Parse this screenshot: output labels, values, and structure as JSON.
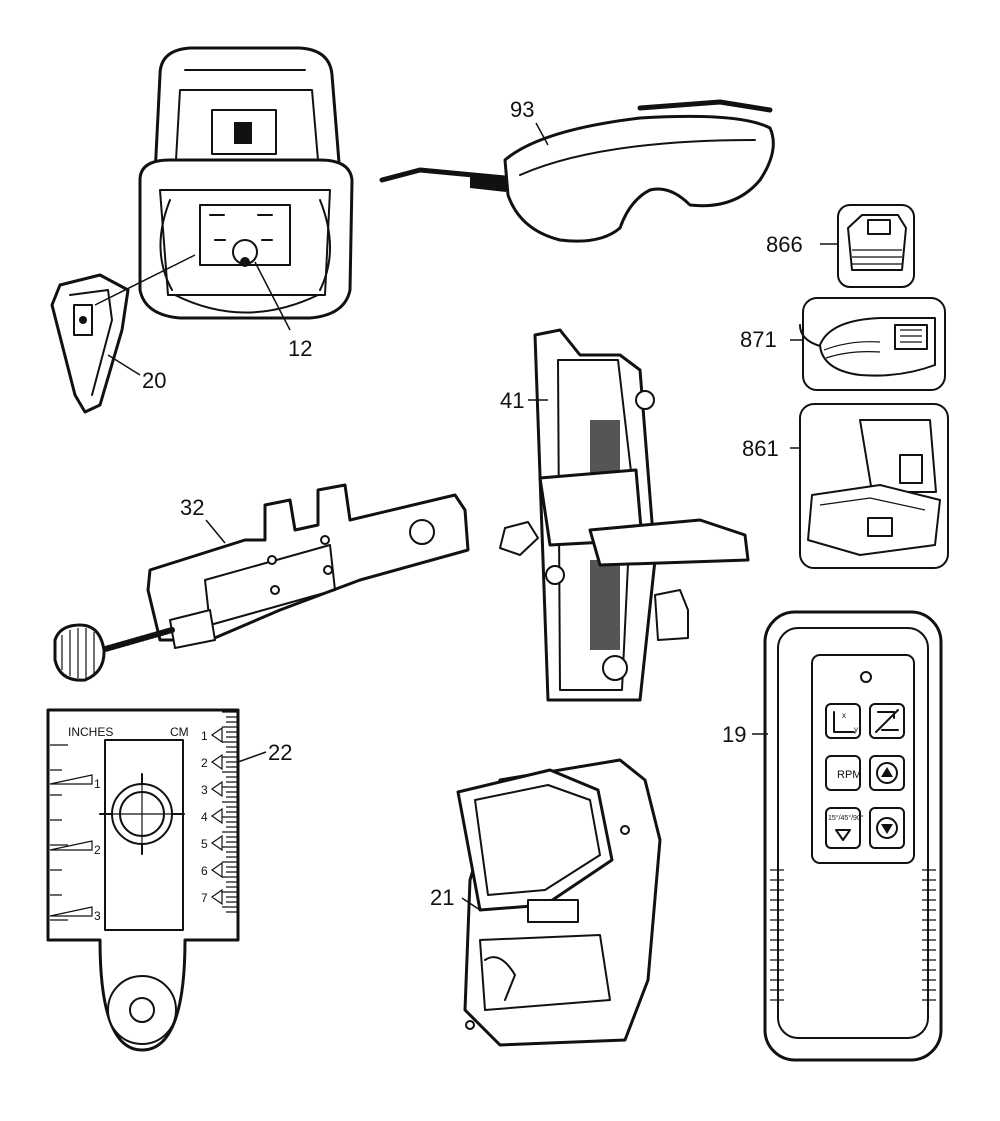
{
  "callouts": {
    "c93": "93",
    "c866": "866",
    "c871": "871",
    "c861": "861",
    "c41": "41",
    "c12": "12",
    "c20": "20",
    "c32": "32",
    "c22": "22",
    "c21": "21",
    "c19": "19"
  },
  "target_card": {
    "inches_label": "INCHES",
    "cm_label": "CM",
    "inch_marks": [
      "1",
      "2",
      "3"
    ],
    "cm_marks": [
      "1",
      "2",
      "3",
      "4",
      "5",
      "6",
      "7"
    ]
  },
  "remote": {
    "rpm_label": "RPM",
    "angle_label": "15°/45°/90°",
    "axis_x": "x",
    "axis_y": "y"
  },
  "icons": [
    "laser-level-icon",
    "safety-glasses-icon",
    "battery-pack-icon",
    "charger-icon",
    "carrying-case-icon",
    "grade-rod-clamp-icon",
    "ceiling-mount-icon",
    "wall-mount-icon",
    "target-card-icon",
    "detector-case-icon",
    "remote-control-icon"
  ]
}
